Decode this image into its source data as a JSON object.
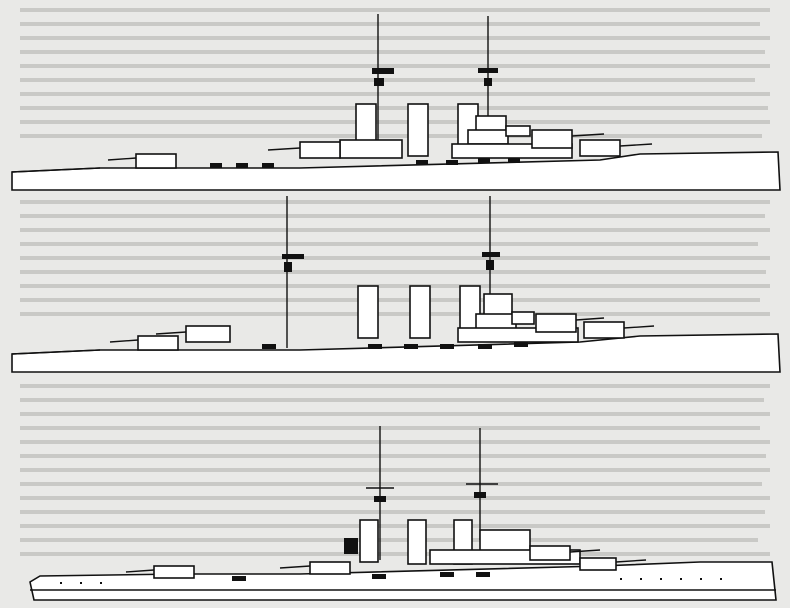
{
  "figure": {
    "ships": [
      {
        "id": "design-a"
      },
      {
        "id": "design-b"
      },
      {
        "id": "design-c"
      }
    ]
  }
}
